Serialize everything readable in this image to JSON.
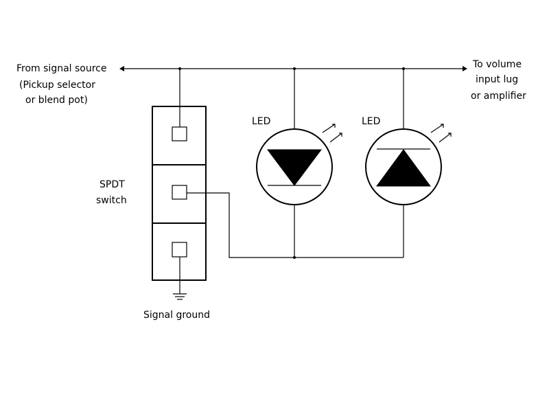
{
  "labels": {
    "source_line1": "From signal source",
    "source_line2": "(Pickup selector",
    "source_line3": "or blend pot)",
    "dest_line1": "To volume",
    "dest_line2": "input lug",
    "dest_line3": "or amplifier",
    "switch_line1": "SPDT",
    "switch_line2": "switch",
    "led1": "LED",
    "led2": "LED",
    "ground": "Signal ground"
  },
  "colors": {
    "ink": "#000000",
    "background": "#ffffff"
  }
}
